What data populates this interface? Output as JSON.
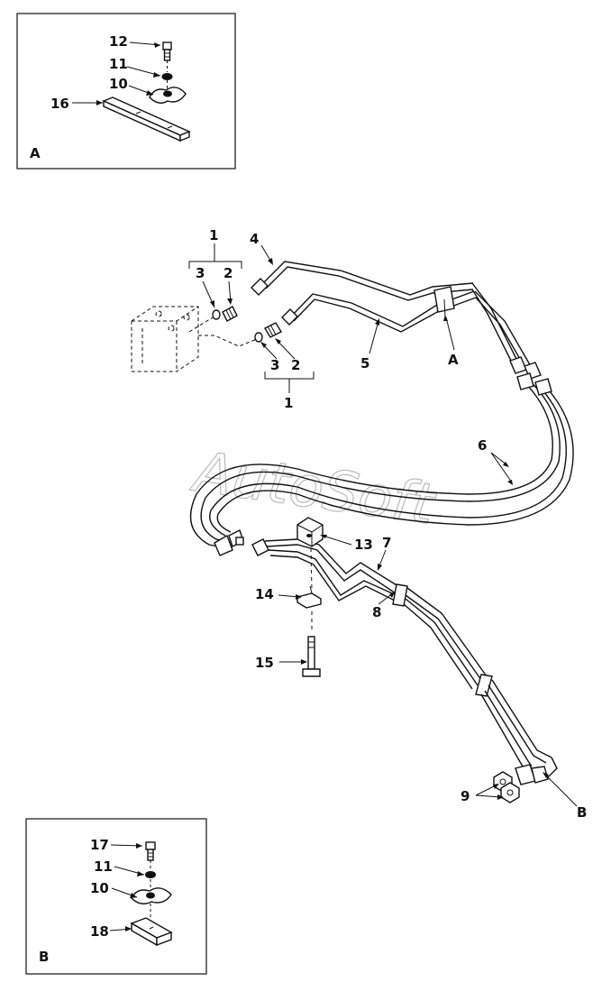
{
  "watermark": "AutoSoft",
  "inset_a": {
    "label": "A",
    "callouts": [
      "12",
      "11",
      "10",
      "16"
    ]
  },
  "inset_b": {
    "label": "B",
    "callouts": [
      "17",
      "11",
      "10",
      "18"
    ]
  },
  "main": {
    "callouts": {
      "c1_top": "1",
      "c3_top": "3",
      "c2_top": "2",
      "c3_bot": "3",
      "c2_bot": "2",
      "c1_bot": "1",
      "c4": "4",
      "c5": "5",
      "ref_a": "A",
      "c6": "6",
      "c13": "13",
      "c7": "7",
      "c14": "14",
      "c8": "8",
      "c15": "15",
      "c9": "9",
      "ref_b": "B"
    }
  }
}
